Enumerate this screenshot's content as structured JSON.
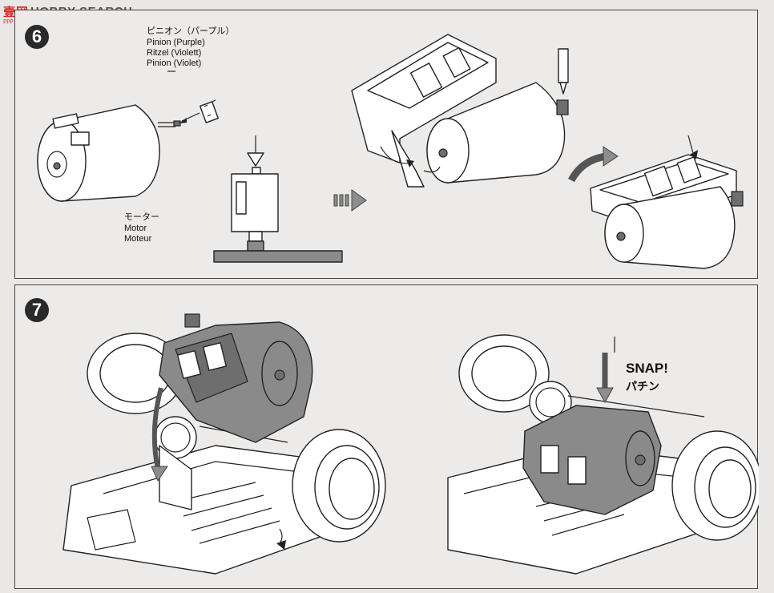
{
  "watermark": {
    "logo": "壹网",
    "text": "HOBBY SEARCH",
    "sub": "ppp.cn"
  },
  "step6": {
    "number": "6",
    "pinion_labels": [
      "ピニオン（パープル）",
      "Pinion (Purple)",
      "Ritzel (Violett)",
      "Pinion (Violet)"
    ],
    "motor_labels": [
      "モーター",
      "Motor",
      "Moteur"
    ]
  },
  "step7": {
    "number": "7",
    "snap_label": "SNAP!",
    "snap_jp_label": "パチン"
  }
}
